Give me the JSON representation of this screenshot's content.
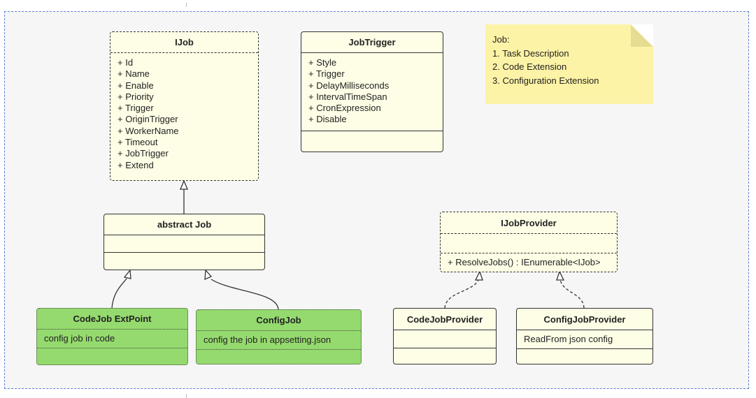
{
  "colors": {
    "frame_border": "#5a7fd6",
    "class_fill": "#fefee6",
    "highlight_fill": "#95da6e",
    "note_fill": "#fdf3a6"
  },
  "ijob": {
    "title": "IJob",
    "fields": [
      "+ Id",
      "+ Name",
      "+ Enable",
      "+ Priority",
      "+ Trigger",
      "+ OriginTrigger",
      "+ WorkerName",
      "+ Timeout",
      "+ JobTrigger",
      "+ Extend"
    ]
  },
  "job_trigger": {
    "title": "JobTrigger",
    "fields": [
      "+ Style",
      "+ Trigger",
      "+ DelayMilliseconds",
      "+ IntervalTimeSpan",
      "+ CronExpression",
      "+ Disable"
    ]
  },
  "note": {
    "lines": [
      "Job:",
      "1. Task Description",
      "2. Code Extension",
      "3. Configuration Extension"
    ]
  },
  "abstract_job": {
    "title": "abstract  Job"
  },
  "code_job": {
    "title": "CodeJob ExtPoint",
    "description": "config job in code"
  },
  "config_job": {
    "title": "ConfigJob",
    "description": "config the job in appsetting.json"
  },
  "ijob_provider": {
    "title": "IJobProvider",
    "method": "+ ResolveJobs() : IEnumerable<IJob>"
  },
  "code_job_provider": {
    "title": "CodeJobProvider"
  },
  "config_job_provider": {
    "title": "ConfigJobProvider",
    "description": "ReadFrom json config"
  }
}
